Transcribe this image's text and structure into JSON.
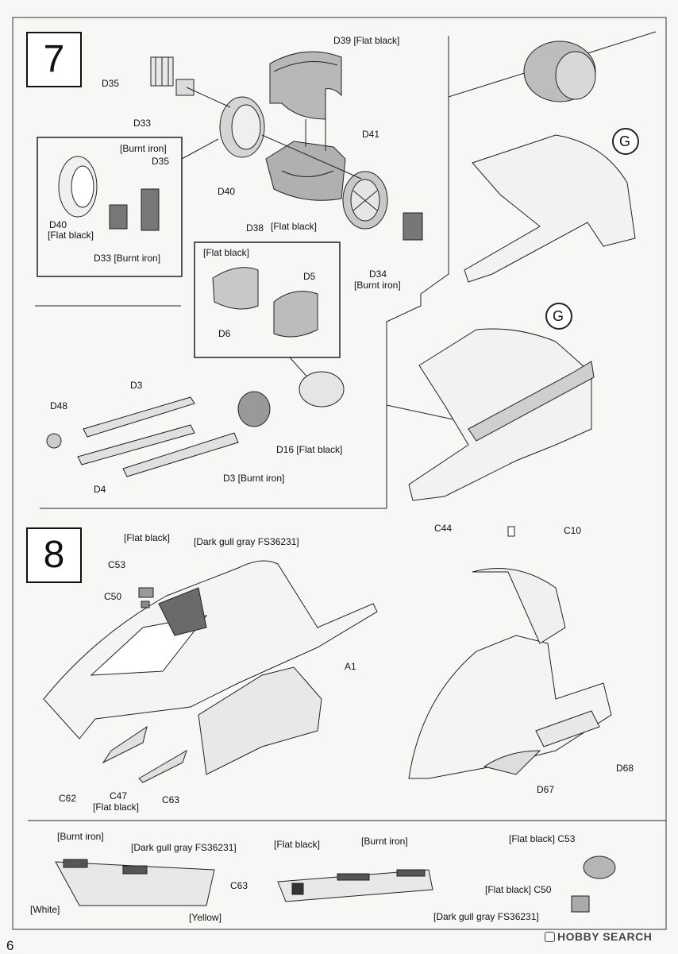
{
  "page_number": "6",
  "watermark": "HOBBY SEARCH",
  "step7": {
    "number": "7",
    "labels": {
      "d39": "D39 [Flat black]",
      "d35": "D35",
      "d33": "D33",
      "d40": "D40",
      "d41": "D41",
      "d38": "D38",
      "d38_color": "[Flat black]",
      "d34": "D34",
      "d34_color": "[Burnt iron]",
      "inset_burnt_iron": "[Burnt iron]",
      "inset_d35": "D35",
      "inset_d40": "D40",
      "inset_flat_black": "[Flat black]",
      "inset_d33": "D33 [Burnt iron]",
      "sub_flat_black": "[Flat black]",
      "sub_d5": "D5",
      "sub_d6": "D6",
      "d3_top": "D3",
      "d48": "D48",
      "d4": "D4",
      "d16": "D16 [Flat black]",
      "d3_bottom": "D3 [Burnt iron]",
      "g_top": "G",
      "g_bottom": "G"
    }
  },
  "step8": {
    "number": "8",
    "labels": {
      "flat_black": "[Flat black]",
      "dark_gull": "[Dark gull gray FS36231]",
      "c53": "C53",
      "c50": "C50",
      "a1": "A1",
      "c62": "C62",
      "c47": "C47",
      "c47_color": "[Flat black]",
      "c63": "C63",
      "c44": "C44",
      "c10": "C10",
      "d68": "D68",
      "d67": "D67"
    }
  },
  "detail": {
    "left": {
      "burnt_iron": "[Burnt iron]",
      "dark_gull": "[Dark gull gray FS36231]",
      "c63": "C63",
      "white": "[White]",
      "yellow": "[Yellow]"
    },
    "middle": {
      "flat_black": "[Flat black]",
      "burnt_iron": "[Burnt iron]",
      "dark_gull": "[Dark gull gray FS36231]"
    },
    "right": {
      "c53": "[Flat black] C53",
      "c50": "[Flat black] C50"
    }
  }
}
